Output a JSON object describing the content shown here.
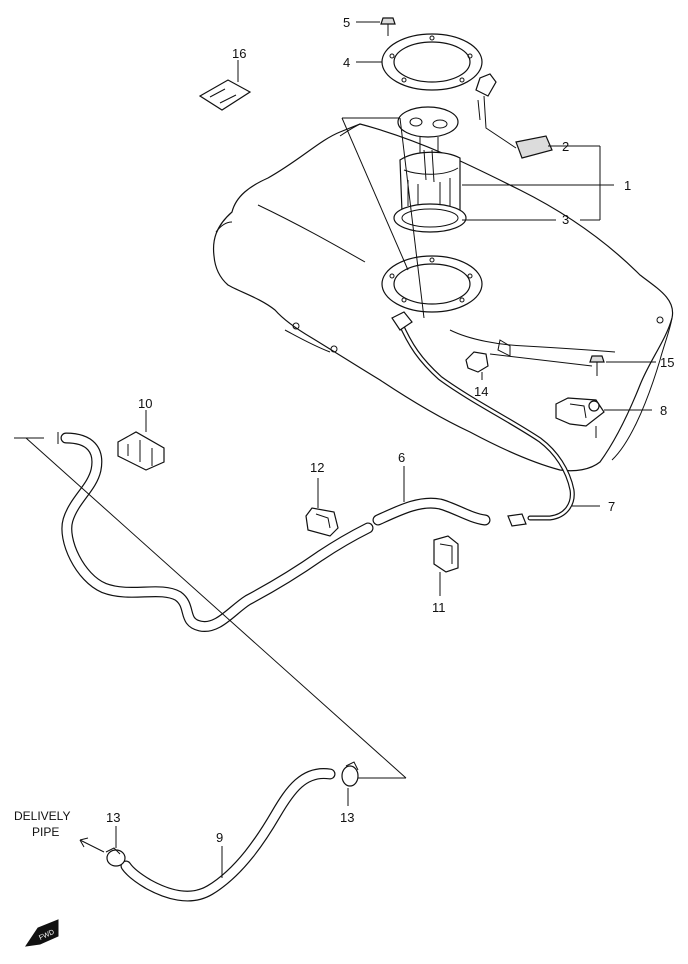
{
  "callouts": {
    "c1": "1",
    "c2": "2",
    "c3": "3",
    "c4": "4",
    "c5": "5",
    "c6": "6",
    "c7": "7",
    "c8": "8",
    "c9": "9",
    "c10": "10",
    "c11": "11",
    "c12": "12",
    "c13a": "13",
    "c13b": "13",
    "c14": "14",
    "c15": "15",
    "c16": "16"
  },
  "annotation": {
    "line1": "DELIVELY",
    "line2": "PIPE"
  },
  "badge": {
    "text": "FWD"
  }
}
